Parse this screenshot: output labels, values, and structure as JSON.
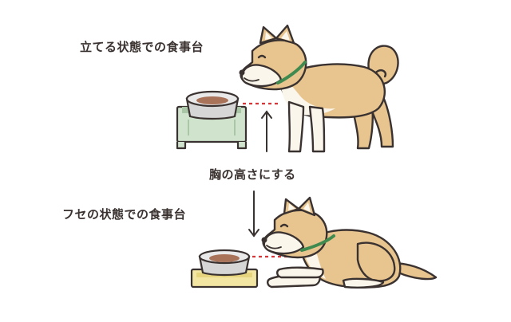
{
  "labels": {
    "standing_table": "立てる状態での食事台",
    "chest_height": "胸の高さにする",
    "lying_table": "フセの状態での食事台"
  },
  "colors": {
    "fur": "#e8c58f",
    "fur_light": "#fbf6ec",
    "outline": "#3a3230",
    "collar": "#3f8a4f",
    "stand_green": "#cfe3cd",
    "stand_green_dark": "#a9c7a6",
    "stand_yellow": "#f3e6a2",
    "bowl_gray": "#d6d6d6",
    "food": "#a9735a",
    "dashed_line": "#d2383a"
  },
  "icons": [
    "up-arrow-icon",
    "down-arrow-icon"
  ]
}
